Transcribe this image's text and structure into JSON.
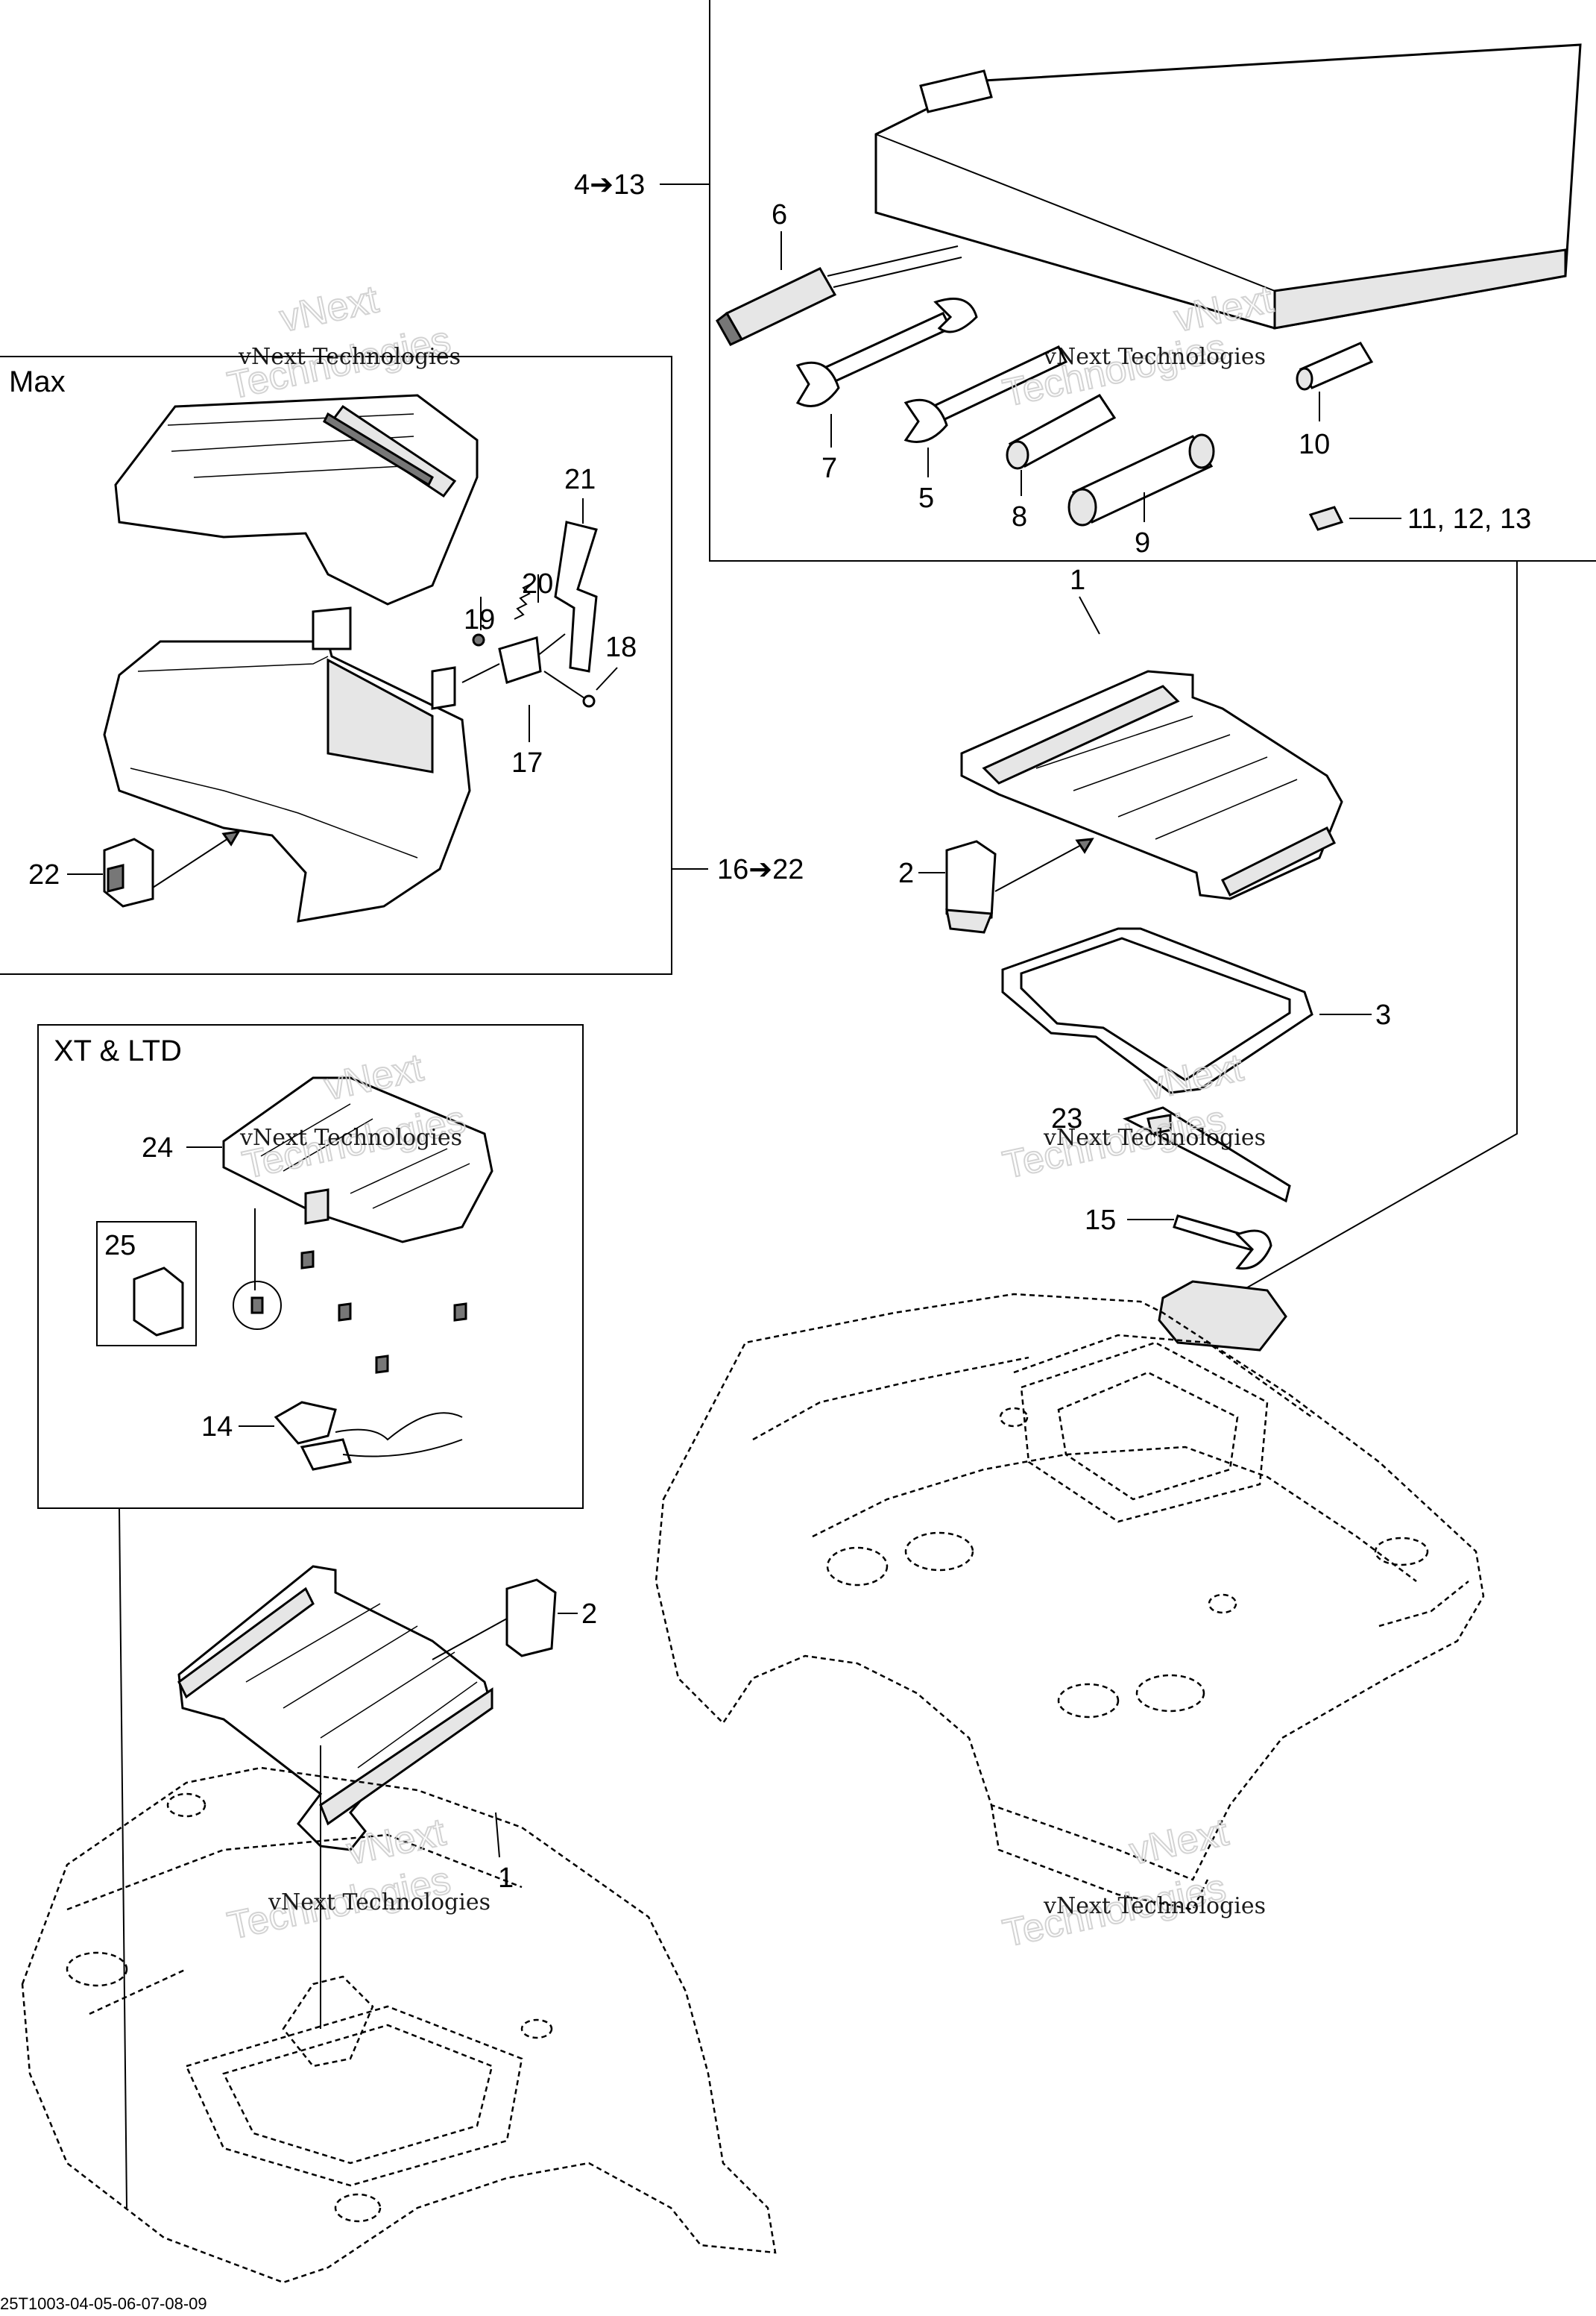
{
  "labels": {
    "l_4_13": "4➔13",
    "l_6": "6",
    "l_7": "7",
    "l_5": "5",
    "l_8": "8",
    "l_9": "9",
    "l_10": "10",
    "l_11_12_13": "11, 12, 13",
    "l_21": "21",
    "l_20": "20",
    "l_19": "19",
    "l_18": "18",
    "l_17": "17",
    "l_22": "22",
    "l_16_22": "16➔22",
    "l_1_top": "1",
    "l_2_top": "2",
    "l_3": "3",
    "l_23": "23",
    "l_15": "15",
    "l_24": "24",
    "l_25": "25",
    "l_14": "14",
    "l_2_bottom": "2",
    "l_1_bottom": "1"
  },
  "boxes": {
    "max_title": "Max",
    "xt_ltd_title": "XT & LTD"
  },
  "watermark": {
    "text": "vNext Technologies",
    "word1": "vNext",
    "word2": "Technologies"
  },
  "reference_code": "25T1003-04-05-06-07-08-09"
}
